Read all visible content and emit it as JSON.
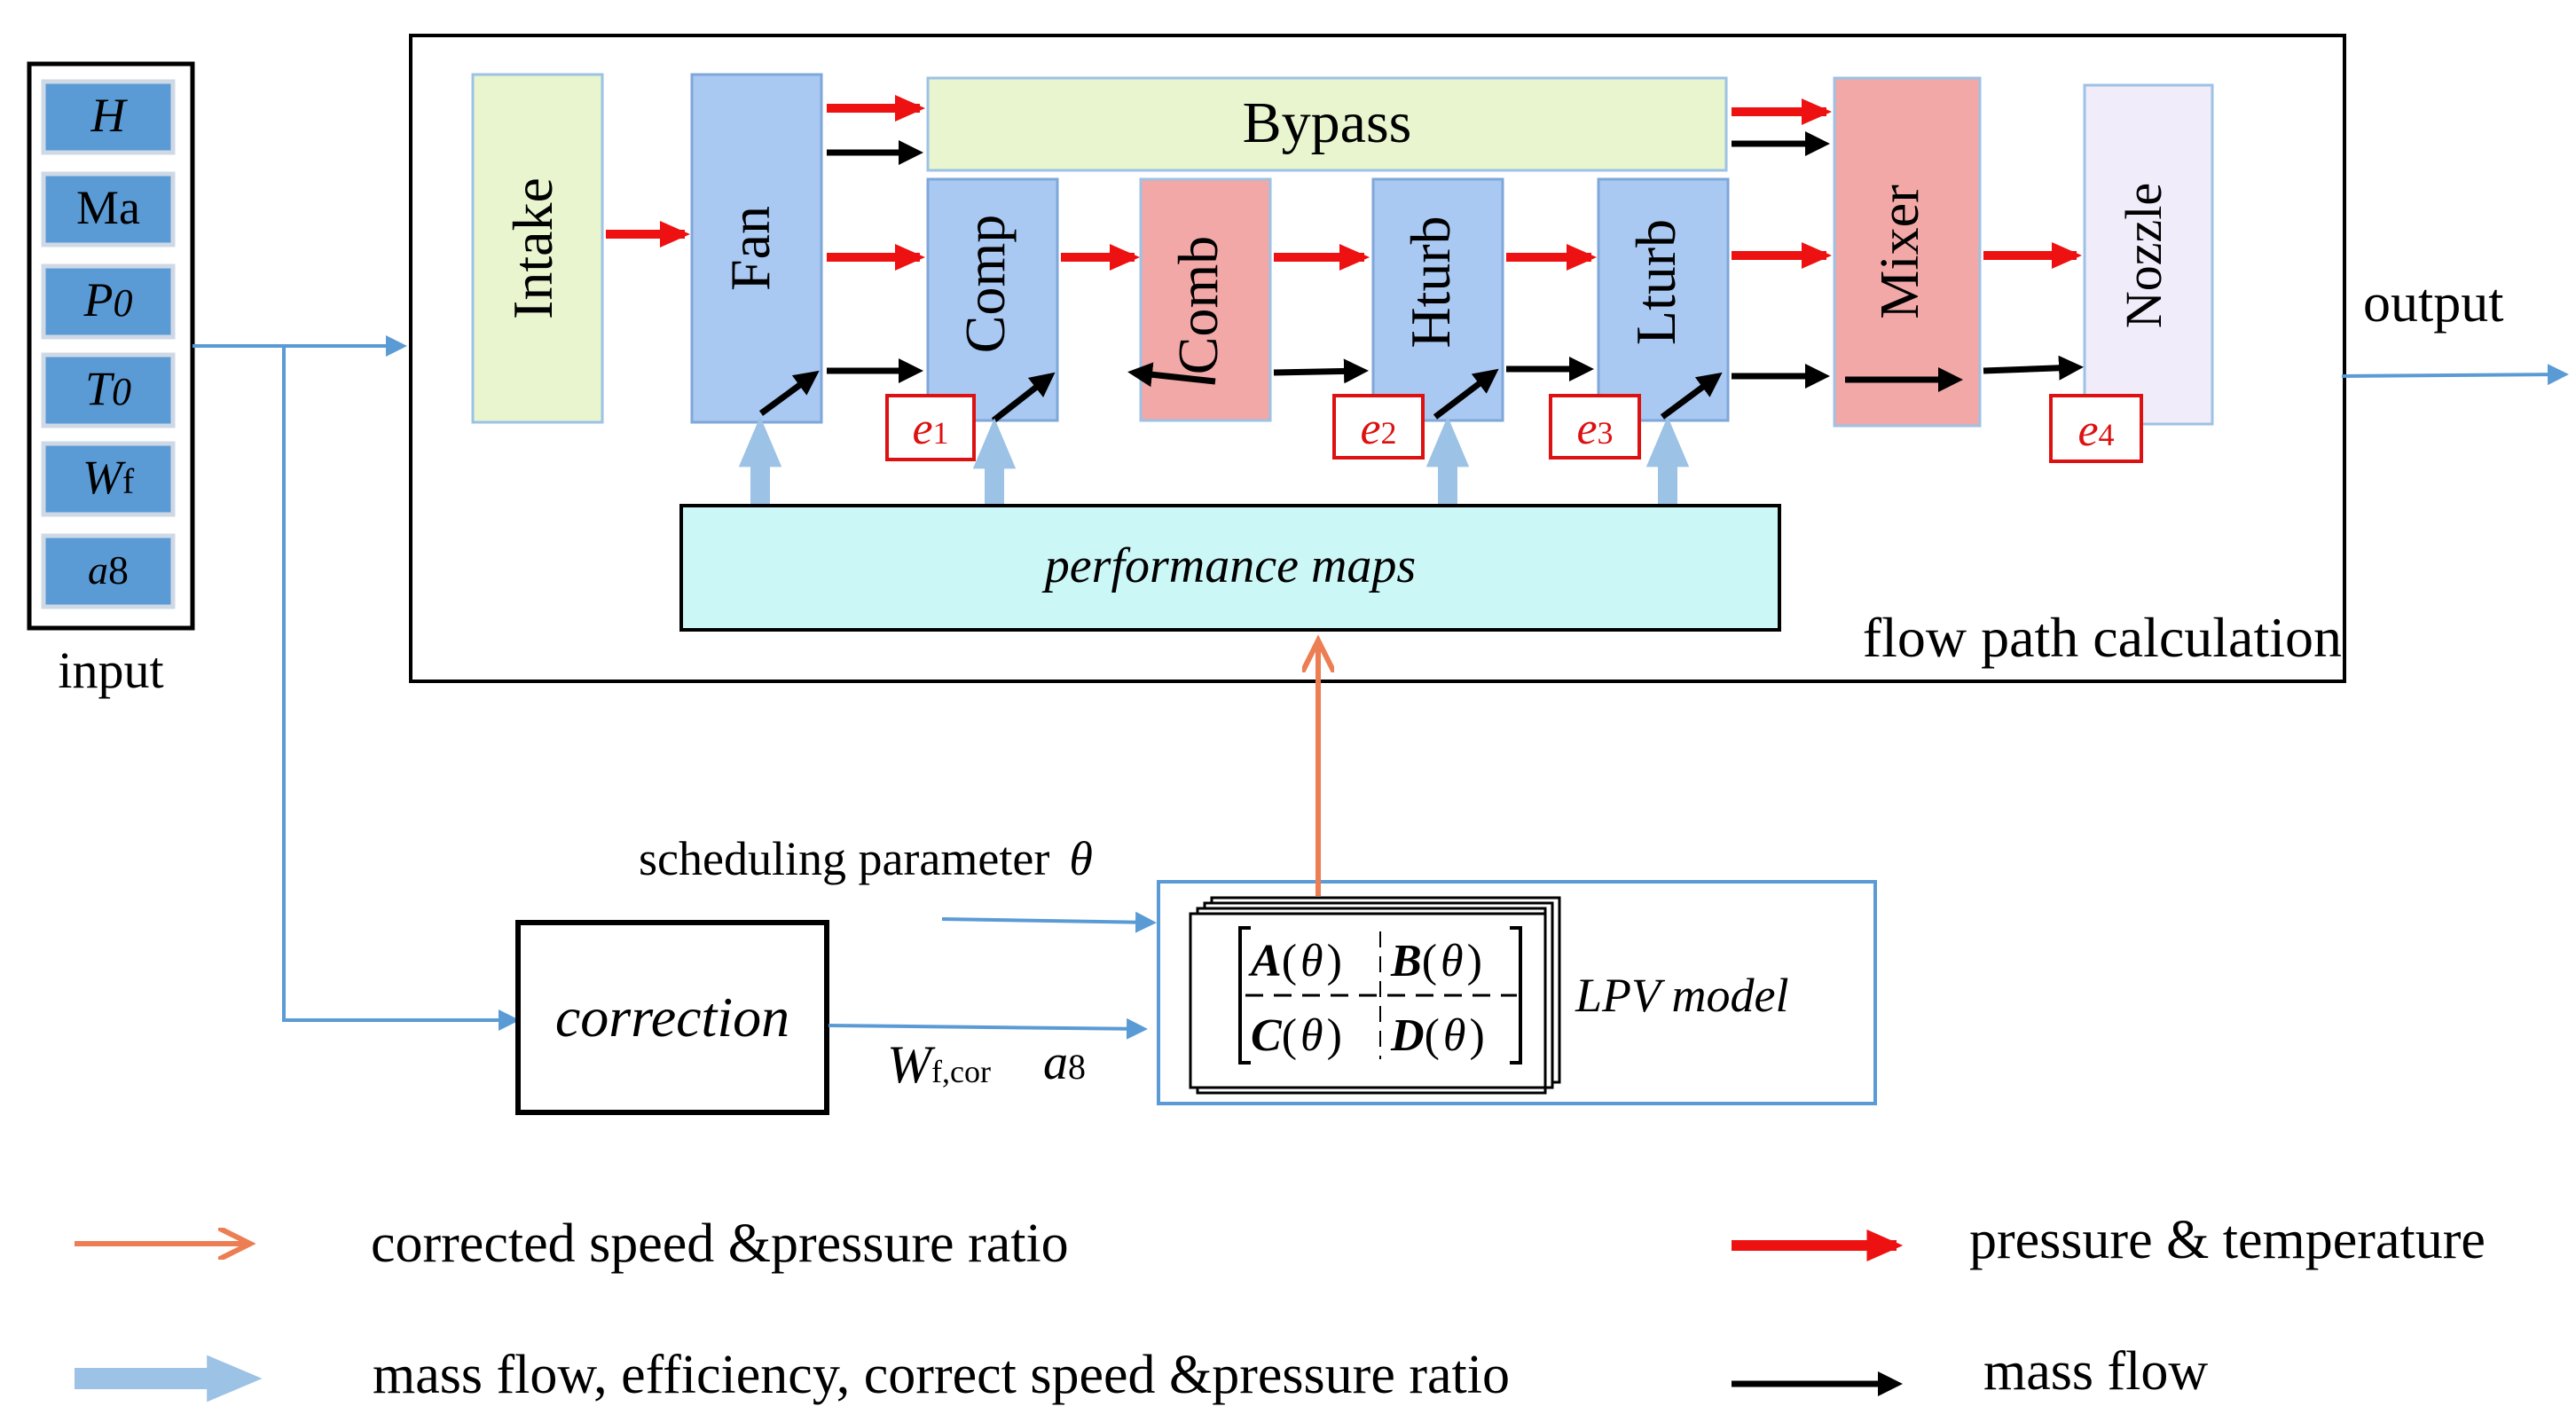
{
  "input": {
    "label": "input",
    "items": [
      {
        "main": "H",
        "sub": ""
      },
      {
        "main": "Ma",
        "sub": ""
      },
      {
        "main": "P",
        "sub": "0"
      },
      {
        "main": "T",
        "sub": "0"
      },
      {
        "main": "W",
        "sub": "f"
      },
      {
        "main": "a",
        "sub": "8"
      }
    ]
  },
  "flow_path": {
    "label": "flow path calculation",
    "components": {
      "intake": "Intake",
      "fan": "Fan",
      "bypass": "Bypass",
      "comp": "Comp",
      "comb": "Comb",
      "hturb": "Hturb",
      "lturb": "Lturb",
      "mixer": "Mixer",
      "nozzle": "Nozzle"
    },
    "errors": [
      {
        "main": "e",
        "sub": "1"
      },
      {
        "main": "e",
        "sub": "2"
      },
      {
        "main": "e",
        "sub": "3"
      },
      {
        "main": "e",
        "sub": "4"
      }
    ],
    "performance_maps": "performance maps"
  },
  "output_label": "output",
  "correction_label": "correction",
  "lpv": {
    "scheduling_label": "scheduling parameter",
    "theta": "θ",
    "model_label": "LPV model",
    "matrix": {
      "a": "A",
      "b": "B",
      "c": "C",
      "d": "D"
    },
    "wf_main": "W",
    "wf_sub": "f,cor",
    "a8_main": "a",
    "a8_sub": "8"
  },
  "legend": {
    "orange": "corrected speed &pressure ratio",
    "red": "pressure & temperature",
    "blue": "mass flow, efficiency, correct speed &pressure ratio",
    "black": "mass flow"
  },
  "colors": {
    "input_box": "#5b9bd5",
    "intake": "#e8f5cf",
    "blue_block": "#a9c9f2",
    "comb_mixer": "#f2a8a6",
    "nozzle": "#f0ecfa",
    "perf_maps": "#ccf7f7",
    "red_arrow": "#ee1111",
    "blue_arrow": "#9cc2e5",
    "orange_arrow": "#ed7d52",
    "line_blue": "#5b9bd5",
    "error_box": "#dd1111"
  }
}
